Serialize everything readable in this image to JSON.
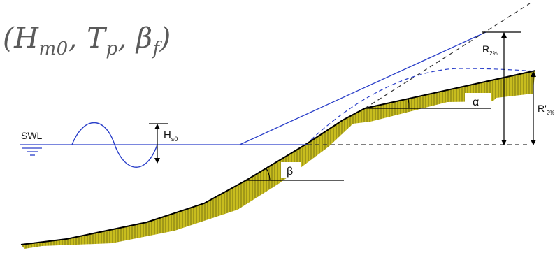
{
  "formula": {
    "open": "(",
    "h": "H",
    "h_sub": "m0",
    "sep1": ", ",
    "t": "T",
    "t_sub": "p",
    "sep2": ", ",
    "b": "β",
    "b_sub": "f",
    "close": ")"
  },
  "labels": {
    "swl": "SWL",
    "wave_height": "H",
    "wave_height_sub": "s0",
    "runup_2": "R",
    "runup_2_sub": "2%",
    "runup_prime": "R'",
    "runup_prime_sub": "2%",
    "beta": "β",
    "alpha": "α"
  },
  "colors": {
    "slope_fill": "#c8bd1e",
    "slope_hatch": "#6f6a10",
    "water_line": "#2a3fc9",
    "outline": "#000000",
    "dashed": "#333333"
  }
}
